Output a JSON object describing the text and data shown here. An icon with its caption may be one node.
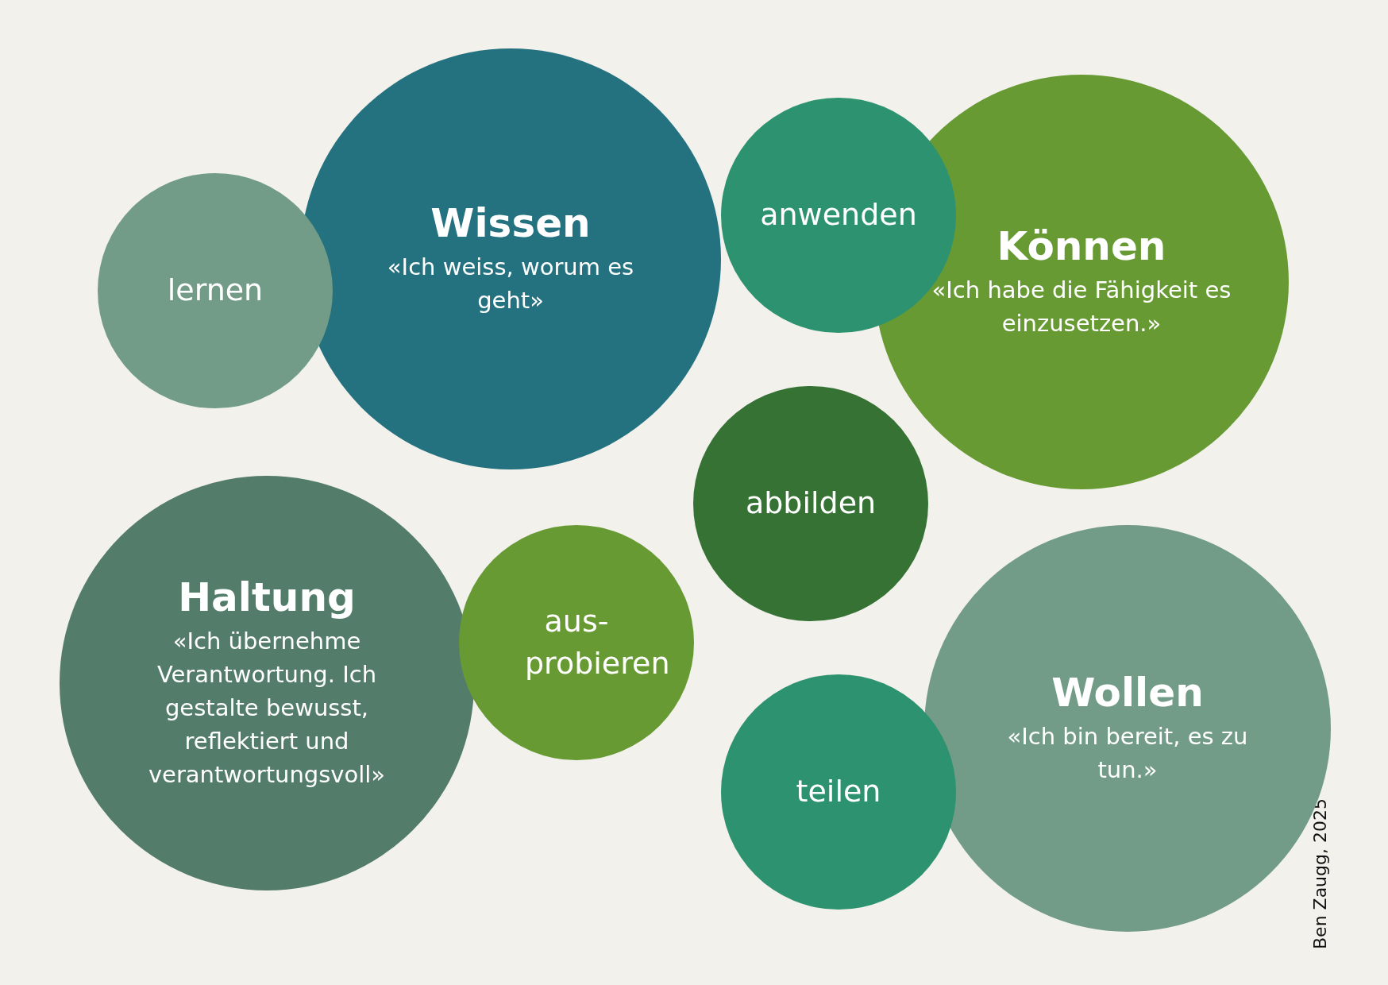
{
  "diagram": {
    "nodes": [
      {
        "text": [
          "lernen"
        ]
      },
      {
        "text": [
          "Wissen",
          "«Ich weiss, worum es geht»"
        ]
      },
      {
        "text": [
          "anwenden"
        ]
      },
      {
        "text": [
          "Können",
          "«Ich habe die Fähigkeit es einzusetzen.»"
        ]
      },
      {
        "text": [
          "abbilden"
        ]
      },
      {
        "text": [
          "Haltung",
          "«Ich übernehme Verantwortung. Ich gestalte bewusst, reflektiert und verantwortungsvoll»"
        ]
      },
      {
        "text": [
          "aus- probieren"
        ]
      },
      {
        "text": [
          "teilen"
        ]
      },
      {
        "text": [
          "Wollen",
          "«Ich bin bereit, es zu tun.»"
        ]
      }
    ],
    "edges": [],
    "labels": [
      "Ben Zaugg, 2025"
    ]
  }
}
